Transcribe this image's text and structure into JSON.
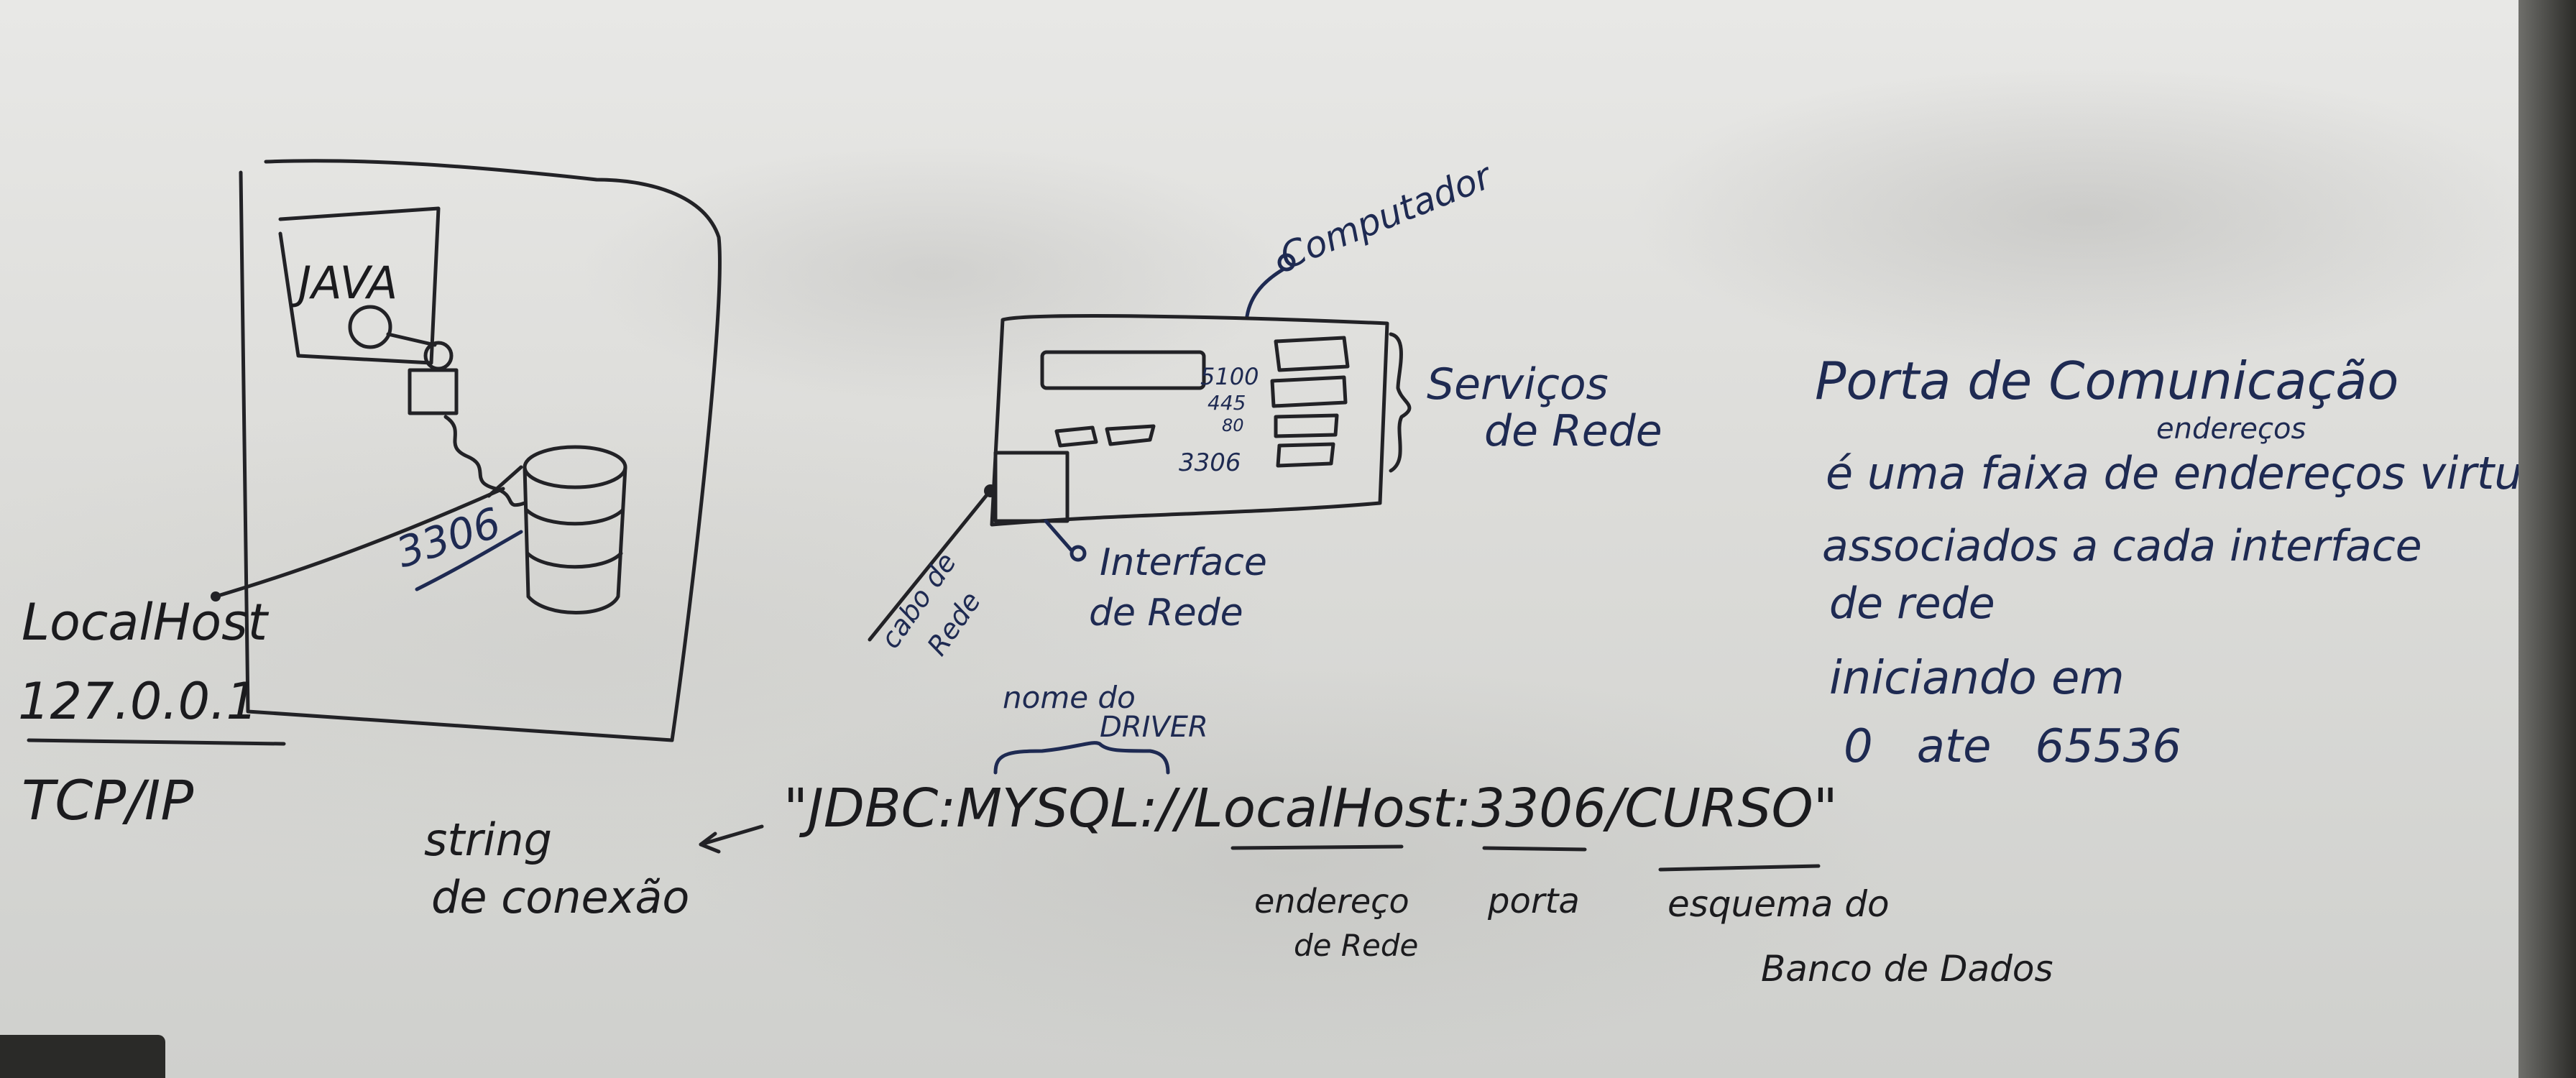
{
  "left_diagram": {
    "java_label": "JAVA",
    "port_label": "3306",
    "host_label": "LocalHost",
    "ip_label": "127.0.0.1",
    "protocol_label": "TCP/IP"
  },
  "middle_diagram": {
    "computer_label": "Computador",
    "services_label_line1": "Serviços",
    "services_label_line2": "de Rede",
    "interface_label_line1": "Interface",
    "interface_label_line2": "de Rede",
    "cable_label_line1": "cabo de",
    "cable_label_line2": "Rede",
    "ports": [
      "5100",
      "445",
      "80",
      "3306"
    ]
  },
  "right_text": {
    "lines": [
      "Porta de Comunicação",
      "é uma faixa de endereços virtuais",
      "associados a cada interface",
      "de rede",
      "iniciando em",
      "0   ate   65536"
    ],
    "superscript": "endereços"
  },
  "connection_string": {
    "text": "\"JDBC:MYSQL://LocalHost:3306/CURSO\"",
    "driver_note_line1": "nome do",
    "driver_note_line2": "DRIVER",
    "string_label_line1": "string",
    "string_label_line2": "de conexão",
    "address_note_line1": "endereço",
    "address_note_line2": "de Rede",
    "port_note": "porta",
    "schema_note_line1": "esquema do",
    "schema_note_line2": "Banco de Dados"
  }
}
